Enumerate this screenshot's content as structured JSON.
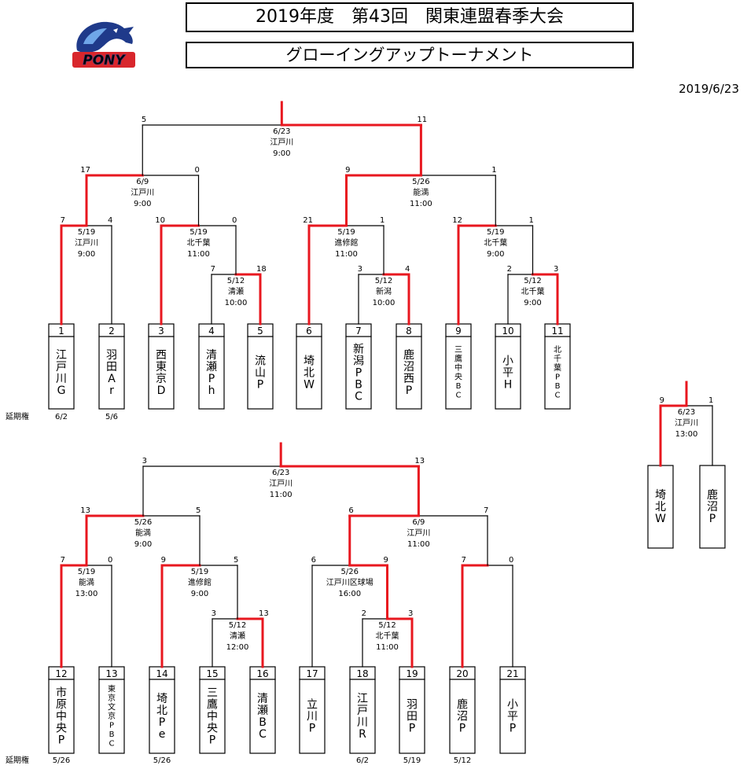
{
  "header": {
    "title": "2019年度　第43回　関東連盟春季大会",
    "subtitle": "グローイングアップトーナメント",
    "date": "2019/6/23",
    "logo_text": "PONY"
  },
  "labels": {
    "extension_right": "延期権"
  },
  "tournament": {
    "bracket1": {
      "teams": [
        {
          "no": "1",
          "name": "江戸川G",
          "ext": "6/2"
        },
        {
          "no": "2",
          "name": "羽田Ar",
          "ext": "5/6"
        },
        {
          "no": "3",
          "name": "西東京D",
          "ext": ""
        },
        {
          "no": "4",
          "name": "清瀬Ph",
          "ext": ""
        },
        {
          "no": "5",
          "name": "流山P",
          "ext": ""
        },
        {
          "no": "6",
          "name": "埼北W",
          "ext": ""
        },
        {
          "no": "7",
          "name": "新潟PBC",
          "ext": ""
        },
        {
          "no": "8",
          "name": "鹿沼西P",
          "ext": ""
        },
        {
          "no": "9",
          "name": "三鷹中央BC",
          "ext": ""
        },
        {
          "no": "10",
          "name": "小平H",
          "ext": ""
        },
        {
          "no": "11",
          "name": "北千葉PBC",
          "ext": ""
        }
      ],
      "matches": [
        {
          "id": "a",
          "date": "5/19",
          "venue": "江戸川",
          "time": "9:00",
          "sl": "7",
          "sr": "4",
          "win": "L"
        },
        {
          "id": "b",
          "date": "5/12",
          "venue": "清瀬",
          "time": "10:00",
          "sl": "7",
          "sr": "18",
          "win": "R"
        },
        {
          "id": "c",
          "date": "5/19",
          "venue": "北千葉",
          "time": "11:00",
          "sl": "10",
          "sr": "0",
          "win": "L"
        },
        {
          "id": "d",
          "date": "5/12",
          "venue": "新潟",
          "time": "10:00",
          "sl": "3",
          "sr": "4",
          "win": "R"
        },
        {
          "id": "e",
          "date": "5/19",
          "venue": "進修館",
          "time": "11:00",
          "sl": "21",
          "sr": "1",
          "win": "L"
        },
        {
          "id": "f",
          "date": "5/12",
          "venue": "北千葉",
          "time": "9:00",
          "sl": "2",
          "sr": "3",
          "win": "R"
        },
        {
          "id": "g",
          "date": "5/19",
          "venue": "北千葉",
          "time": "9:00",
          "sl": "12",
          "sr": "1",
          "win": "L"
        },
        {
          "id": "h",
          "date": "6/9",
          "venue": "江戸川",
          "time": "9:00",
          "sl": "17",
          "sr": "0",
          "win": "L"
        },
        {
          "id": "i",
          "date": "5/26",
          "venue": "能満",
          "time": "11:00",
          "sl": "9",
          "sr": "1",
          "win": "L"
        },
        {
          "id": "j",
          "date": "6/23",
          "venue": "江戸川",
          "time": "9:00",
          "sl": "5",
          "sr": "11",
          "win": "R"
        }
      ]
    },
    "bracket2": {
      "teams": [
        {
          "no": "12",
          "name": "市原中央P",
          "ext": "5/26"
        },
        {
          "no": "13",
          "name": "東京文京PBC",
          "ext": ""
        },
        {
          "no": "14",
          "name": "埼北Pe",
          "ext": "5/26"
        },
        {
          "no": "15",
          "name": "三鷹中央P",
          "ext": ""
        },
        {
          "no": "16",
          "name": "清瀬BC",
          "ext": ""
        },
        {
          "no": "17",
          "name": "立川P",
          "ext": ""
        },
        {
          "no": "18",
          "name": "江戸川R",
          "ext": "6/2"
        },
        {
          "no": "19",
          "name": "羽田P",
          "ext": "5/19"
        },
        {
          "no": "20",
          "name": "鹿沼P",
          "ext": "5/12"
        },
        {
          "no": "21",
          "name": "小平P",
          "ext": ""
        }
      ],
      "matches": [
        {
          "id": "a",
          "date": "5/19",
          "venue": "能満",
          "time": "13:00",
          "sl": "7",
          "sr": "0",
          "win": "L"
        },
        {
          "id": "b",
          "date": "5/12",
          "venue": "清瀬",
          "time": "12:00",
          "sl": "3",
          "sr": "13",
          "win": "R"
        },
        {
          "id": "c",
          "date": "5/19",
          "venue": "進修館",
          "time": "9:00",
          "sl": "9",
          "sr": "5",
          "win": "L"
        },
        {
          "id": "d",
          "date": "5/12",
          "venue": "北千葉",
          "time": "11:00",
          "sl": "2",
          "sr": "3",
          "win": "R"
        },
        {
          "id": "e",
          "date": "5/26",
          "venue": "江戸川区球場",
          "time": "16:00",
          "sl": "6",
          "sr": "9",
          "win": "R"
        },
        {
          "id": "f",
          "date": "",
          "venue": "",
          "time": "",
          "sl": "7",
          "sr": "0",
          "win": "L"
        },
        {
          "id": "g",
          "date": "5/26",
          "venue": "能満",
          "time": "9:00",
          "sl": "13",
          "sr": "5",
          "win": "L"
        },
        {
          "id": "h",
          "date": "6/9",
          "venue": "江戸川",
          "time": "11:00",
          "sl": "6",
          "sr": "7",
          "win": "L"
        },
        {
          "id": "i",
          "date": "6/23",
          "venue": "江戸川",
          "time": "11:00",
          "sl": "3",
          "sr": "13",
          "win": "R"
        }
      ]
    },
    "final": {
      "teams": [
        {
          "name": "埼北W"
        },
        {
          "name": "鹿沼P"
        }
      ],
      "match": {
        "date": "6/23",
        "venue": "江戸川",
        "time": "13:00",
        "sl": "9",
        "sr": "1",
        "win": "L"
      }
    }
  },
  "colors": {
    "win_line": "#e8171f",
    "line": "#000000"
  }
}
